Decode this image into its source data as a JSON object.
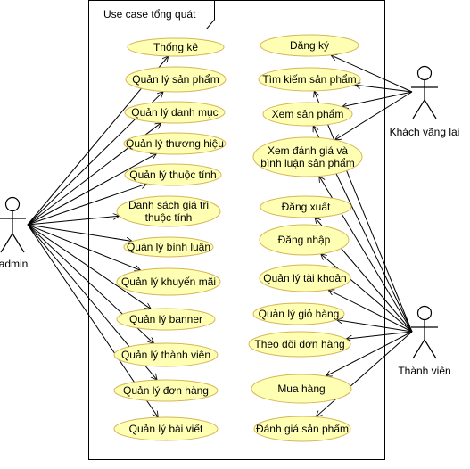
{
  "diagram": {
    "title": "Use case tổng quát",
    "actors": {
      "admin": "admin",
      "guest": "Khách vãng lai",
      "member": "Thành viên"
    },
    "admin_use_cases": [
      "Thống kê",
      "Quản lý sản phẩm",
      "Quản lý danh mục",
      "Quản lý thương hiệu",
      "Quản lý thuộc tính",
      "Danh sách giá trị thuộc tính",
      "Quản lý bình luận",
      "Quản lý khuyến mãi",
      "Quản lý banner",
      "Quản lý thành viên",
      "Quản lý đơn hàng",
      "Quản lý bài viết"
    ],
    "user_use_cases": [
      "Đăng ký",
      "Tìm kiếm sản phẩm",
      "Xem sản phẩm",
      "Xem đánh giá và bình luận sản phẩm",
      "Đăng xuất",
      "Đăng nhập",
      "Quản lý tài khoản",
      "Quản lý giỏ hàng",
      "Theo dõi đơn hàng",
      "Mua hàng",
      "Đánh giá sản phẩm"
    ],
    "guest_links": [
      "Đăng ký",
      "Tìm kiếm sản phẩm",
      "Xem sản phẩm",
      "Xem đánh giá và bình luận sản phẩm"
    ],
    "member_links": [
      "Tìm kiếm sản phẩm",
      "Xem sản phẩm",
      "Xem đánh giá và bình luận sản phẩm",
      "Đăng xuất",
      "Đăng nhập",
      "Quản lý tài khoản",
      "Quản lý giỏ hàng",
      "Theo dõi đơn hàng",
      "Mua hàng",
      "Đánh giá sản phẩm"
    ]
  }
}
